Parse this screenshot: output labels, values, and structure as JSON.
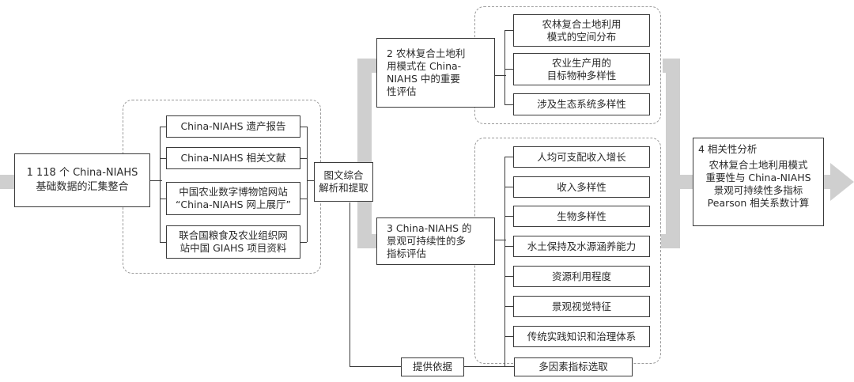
{
  "diagram": {
    "node1": "1  118 个 China-NIAHS\n基础数据的汇集整合",
    "sources": [
      "China-NIAHS 遗产报告",
      "China-NIAHS 相关文献",
      "中国农业数字博物馆网站\n“China-NIAHS 网上展厅”",
      "联合国粮食及农业组织网\n站中国 GIAHS 项目资料"
    ],
    "analysis": "图文综合\n解析和提取",
    "node2": "2 农林复合土地利\n用模式在 China-\nNIAHS 中的重要\n性评估",
    "node2_items": [
      "农林复合土地利用\n模式的空间分布",
      "农业生产用的\n目标物种多样性",
      "涉及生态系统多样性"
    ],
    "node3": "3  China-NIAHS  的\n景观可持续性的多\n指标评估",
    "node3_items": [
      "人均可支配收入增长",
      "收入多样性",
      "生物多样性",
      "水土保持及水源涵养能力",
      "资源利用程度",
      "景观视觉特征",
      "传统实践知识和治理体系"
    ],
    "basis": "提供依据",
    "selection": "多因素指标选取",
    "node4_title": "4 相关性分析",
    "node4_body": "农林复合土地利用模式\n重要性与 China-NIAHS\n景观可持续性多指标\nPearson 相关系数计算",
    "arrow_color": "#cfcfcf",
    "line_color": "#3a3a3a"
  }
}
